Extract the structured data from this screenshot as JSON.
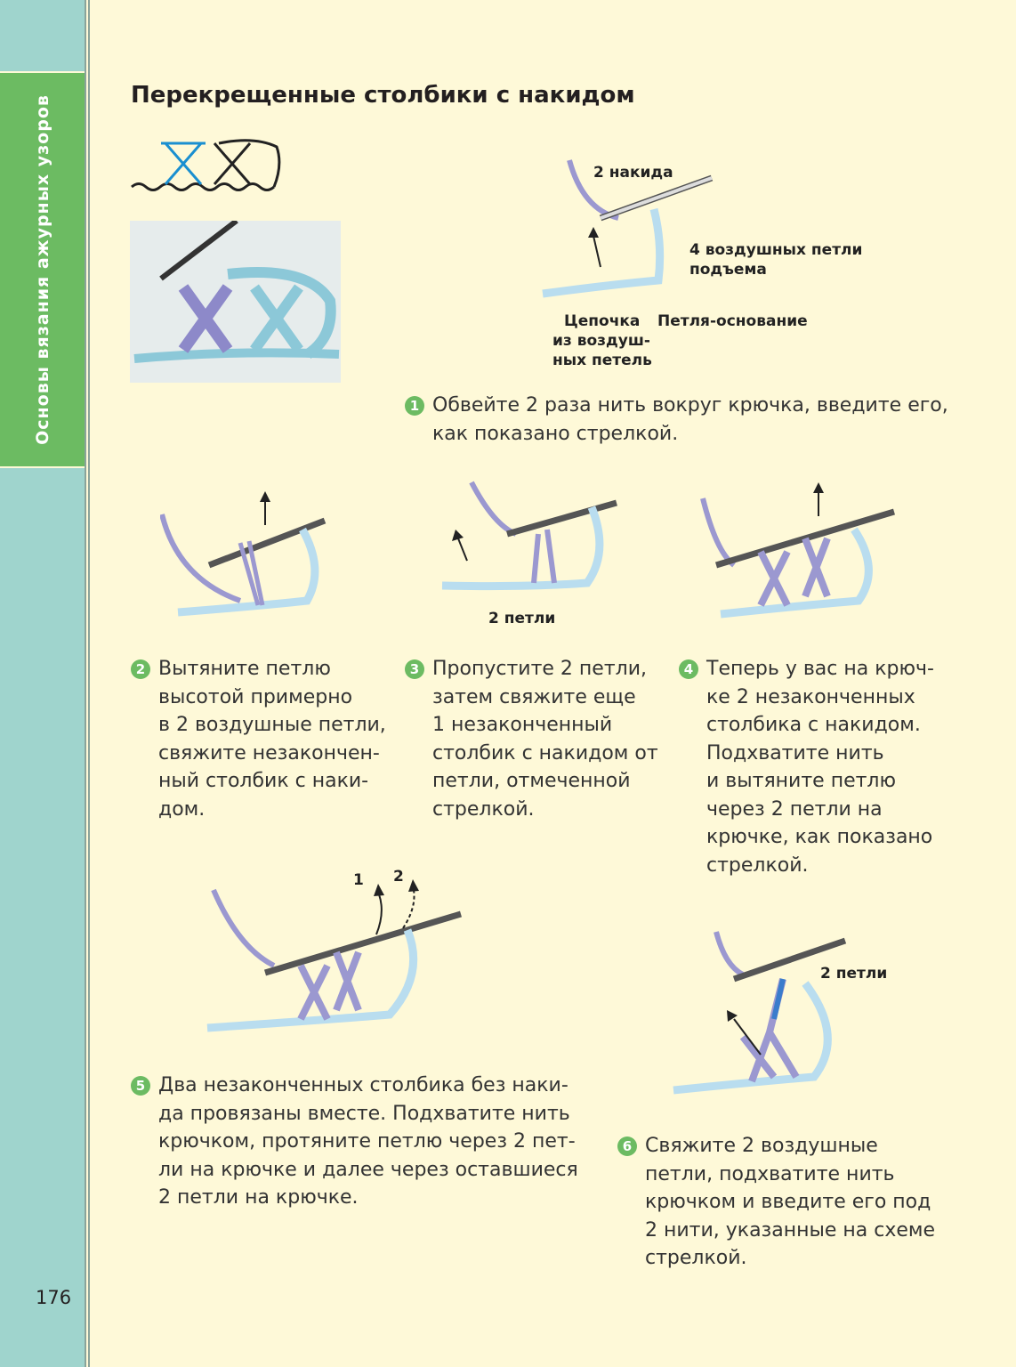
{
  "sidebar": {
    "section": "Основы вязания ажурных узоров"
  },
  "title": "Перекрещенные столбики с накидом",
  "diagram1_labels": {
    "wraps": "2 накида",
    "turning": "4 воздушных петли",
    "turning2": "подъема",
    "chain": "Цепочка",
    "chain2": "из воздуш-",
    "chain3": "ных петель",
    "base": "Петля-основание"
  },
  "diagram3_label": "2 петли",
  "diagram5_labels": {
    "a": "1",
    "b": "2"
  },
  "diagram6_label": "2 петли",
  "steps": [
    {
      "num": "1",
      "lines": [
        "Обвейте 2 раза нить вокруг крючка, введите его,",
        "как показано стрелкой."
      ]
    },
    {
      "num": "2",
      "lines": [
        "Вытяните петлю",
        "высотой примерно",
        "в 2 воздушные петли,",
        "свяжите незакончен-",
        "ный столбик с наки-",
        "дом."
      ]
    },
    {
      "num": "3",
      "lines": [
        "Пропустите 2 петли,",
        "затем свяжите еще",
        "1 незаконченный",
        "столбик с накидом от",
        "петли, отмеченной",
        "стрелкой."
      ]
    },
    {
      "num": "4",
      "lines": [
        "Теперь у вас на крюч-",
        "ке 2 незаконченных",
        "столбика с накидом.",
        "Подхватите нить",
        "и вытяните петлю",
        "через 2 петли на",
        "крючке, как показано",
        "стрелкой."
      ]
    },
    {
      "num": "5",
      "lines": [
        "Два незаконченных столбика без наки-",
        "да провязаны вместе. Подхватите нить",
        "крючком, протяните петлю через 2 пет-",
        "ли на крючке и далее через оставшиеся",
        "2 петли на крючке."
      ]
    },
    {
      "num": "6",
      "lines": [
        "Свяжите 2 воздушные",
        "петли, подхватите нить",
        "крючком и введите его под",
        "2 нити, указанные на схеме",
        "стрелкой."
      ]
    }
  ],
  "page_number": "176",
  "colors": {
    "green": "#6cbb62",
    "teal": "#9fd4cd",
    "yarn_purple": "#9b98d0",
    "yarn_blue": "#b9ddef"
  }
}
